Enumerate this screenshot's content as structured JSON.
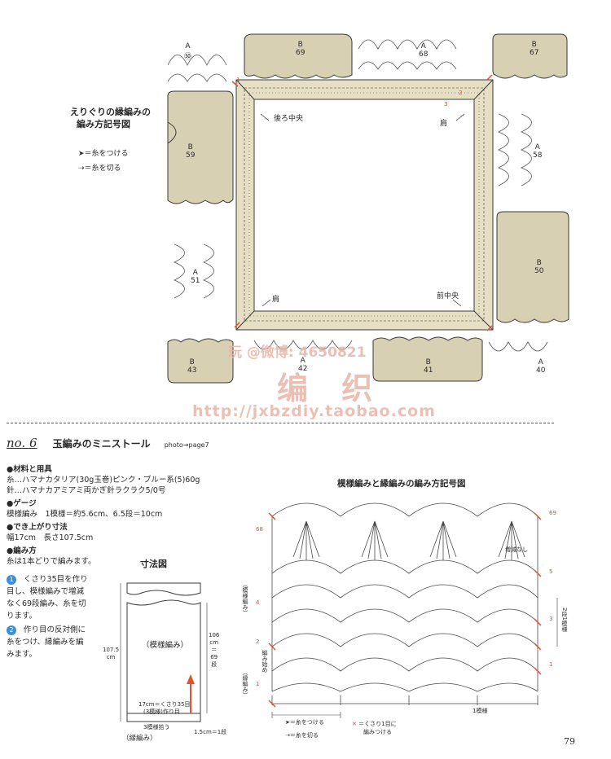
{
  "collar_chart": {
    "title_line1": "えりぐりの縁編みの",
    "title_line2": "編み方記号図",
    "legend_attach": "＝糸をつける",
    "legend_cut": "＝糸を切る",
    "label_back_center": "後ろ中央",
    "label_shoulder_right": "肩",
    "label_shoulder_left": "肩",
    "label_front_center": "前中央",
    "pattern_labels": [
      {
        "type": "A",
        "num": "㊿"
      },
      {
        "type": "B",
        "num": "69"
      },
      {
        "type": "A",
        "num": "68"
      },
      {
        "type": "B",
        "num": "67"
      },
      {
        "type": "B",
        "num": "59"
      },
      {
        "type": "A",
        "num": "58"
      },
      {
        "type": "A",
        "num": "51"
      },
      {
        "type": "B",
        "num": "50"
      },
      {
        "type": "B",
        "num": "43"
      },
      {
        "type": "A",
        "num": "42"
      },
      {
        "type": "B",
        "num": "41"
      },
      {
        "type": "A",
        "num": "40"
      }
    ],
    "row_marks": [
      "1",
      "2",
      "3"
    ]
  },
  "watermark": {
    "line1": "玩 @微博: 4650821",
    "line2": "编 织",
    "line3": "http://jxbzdiy.taobao.com"
  },
  "project": {
    "number": "no. 6",
    "title": "玉編みのミニストール",
    "photo_ref": "photo→page7"
  },
  "materials": {
    "heading": "●材料と用具",
    "line1": "糸…ハマナカタリア(30g玉巻)ピンク・ブルー系(5)60g",
    "line2": "針…ハマナカアミアミ両かぎ針ラクラク5/0号"
  },
  "gauge": {
    "heading": "●ゲージ",
    "line1": "模様編み　1模様＝約5.6cm、6.5段＝10cm"
  },
  "size": {
    "heading": "●でき上がり寸法",
    "line1": "幅17cm　長さ107.5cm"
  },
  "method": {
    "heading": "●編み方",
    "intro": "糸は1本どりで編みます。",
    "step1_num": "1",
    "step1_lines": [
      "くさり35目を作り",
      "目し、模様編みで増減",
      "なく69段編み、糸を切",
      "ります。"
    ],
    "step2_num": "2",
    "step2_lines": [
      "作り目の反対側に",
      "糸をつけ、縁編みを編",
      "みます。"
    ]
  },
  "size_diagram": {
    "title": "寸法図",
    "center_label": "（模様編み）",
    "total_cm": "107.5",
    "total_unit": "cm",
    "body_cm": "106",
    "body_unit": "cm",
    "body_eq": "＝",
    "body_rows": "69",
    "body_rows_unit": "段",
    "chain_note": "17cm＝くさり35目",
    "pattern_note": "(3模様)作り目",
    "pattern_pick": "3模様拾う",
    "edge_label": "（縁編み）",
    "edge_size": "1.5cm＝1段"
  },
  "pattern_chart": {
    "title": "模様編みと縁編みの編み方記号図",
    "label_no_change": "増減なし",
    "label_pattern_side": "（模様編み）",
    "label_edge_side": "（縁編み）",
    "label_chain_start": "編み始め",
    "label_repeat": "1模様",
    "label_rows_repeat": "2段1模様",
    "row_numbers": [
      "69",
      "68",
      "5",
      "4",
      "3",
      "2",
      "1",
      "1"
    ],
    "legend_attach": "＝糸をつける",
    "legend_cut": "＝糸を切る",
    "legend_stitch_1": "＝くさり1目に",
    "legend_stitch_2": "編みつける"
  },
  "page_number": "79",
  "colors": {
    "fill": "#d8d0b2",
    "line": "#3a3a3a",
    "accent": "#e8502d",
    "watermark": "#e8b6a8"
  }
}
